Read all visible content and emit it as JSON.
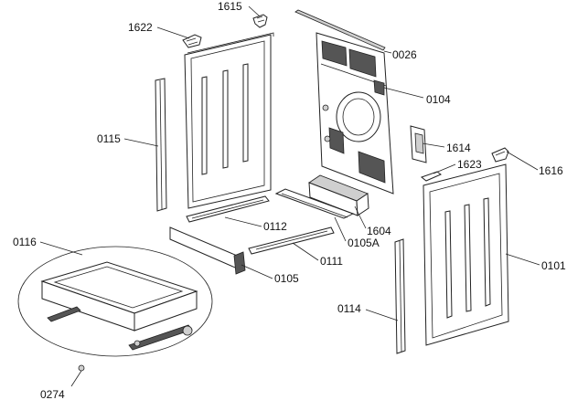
{
  "labels": {
    "p1615": "1615",
    "p1622": "1622",
    "p0026": "0026",
    "p0104": "0104",
    "p0115": "0115",
    "p1614": "1614",
    "p1623": "1623",
    "p1616": "1616",
    "p0112": "0112",
    "p1604": "1604",
    "p0105A": "0105A",
    "p0116": "0116",
    "p0111": "0111",
    "p0101": "0101",
    "p0105": "0105",
    "p0114": "0114",
    "p0274": "0274"
  }
}
